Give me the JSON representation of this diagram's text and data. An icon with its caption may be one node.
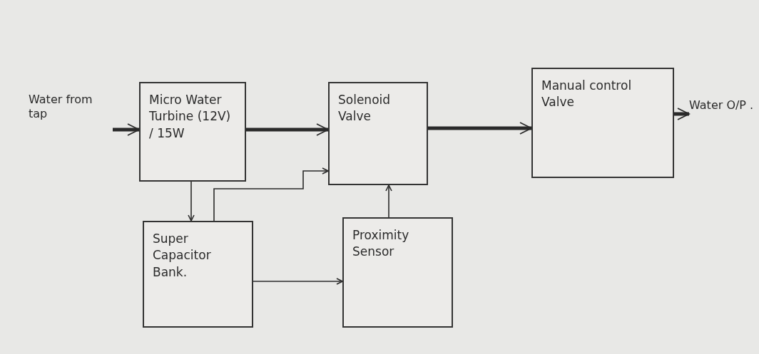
{
  "diagram": {
    "nodes": [
      {
        "text": [
          "Water from tap"
        ]
      },
      {
        "text": [
          "Micro Water Turbine (12V) / 15W"
        ]
      },
      {
        "text": [
          "Solenoid Valve"
        ]
      },
      {
        "text": [
          "Manual control Valve"
        ]
      },
      {
        "text": [
          "Water O/P ."
        ]
      },
      {
        "text": [
          "Super Capacitor Bank."
        ]
      },
      {
        "text": [
          "Proximity Sensor"
        ]
      }
    ],
    "edges": [
      {
        "from": 0,
        "to": 1,
        "arrow": "to",
        "style": "thick"
      },
      {
        "from": 1,
        "to": 2,
        "arrow": "to",
        "style": "thick"
      },
      {
        "from": 2,
        "to": 3,
        "arrow": "to",
        "style": "thick"
      },
      {
        "from": 3,
        "to": 4,
        "arrow": "to",
        "style": "thick"
      },
      {
        "from": 1,
        "to": 5,
        "arrow": "to"
      },
      {
        "from": 5,
        "to": 2,
        "arrow": "to"
      },
      {
        "from": 5,
        "to": 6,
        "arrow": "to"
      },
      {
        "from": 6,
        "to": 2,
        "arrow": "to"
      }
    ]
  }
}
